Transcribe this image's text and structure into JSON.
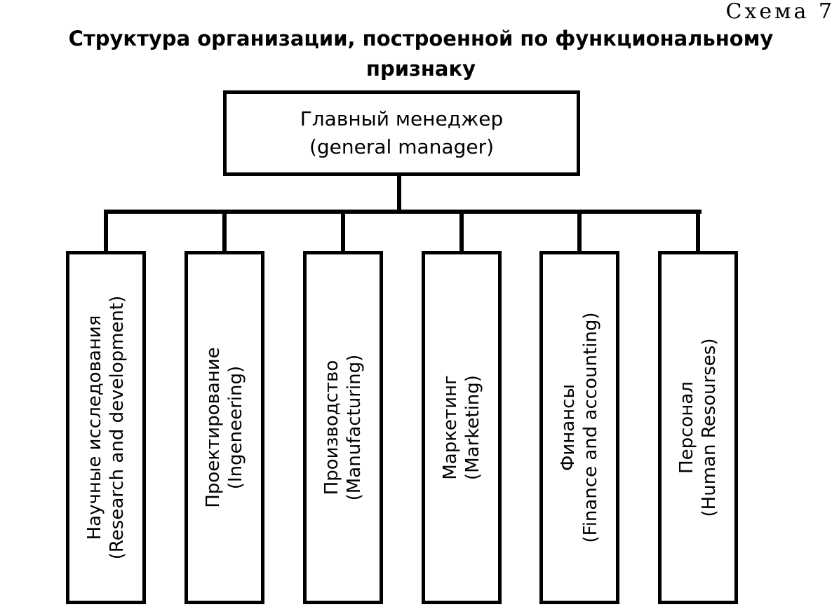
{
  "scheme_label": "Схема 7",
  "title": {
    "line1": "Структура организации, построенной по функциональному",
    "line2": "признаку"
  },
  "root": {
    "line1": "Главный менеджер",
    "line2": "(general manager)"
  },
  "departments": [
    {
      "line1": "Научные исследования",
      "line2": "(Research and development)"
    },
    {
      "line1": "Проектирование",
      "line2": "(Ingeneering)"
    },
    {
      "line1": "Производство",
      "line2": "(Manufacturing)"
    },
    {
      "line1": "Маркетинг",
      "line2": "(Marketing)"
    },
    {
      "line1": "Финансы",
      "line2": "(Finance and accounting)"
    },
    {
      "line1": "Персонал",
      "line2": "(Human Resourses)"
    }
  ]
}
